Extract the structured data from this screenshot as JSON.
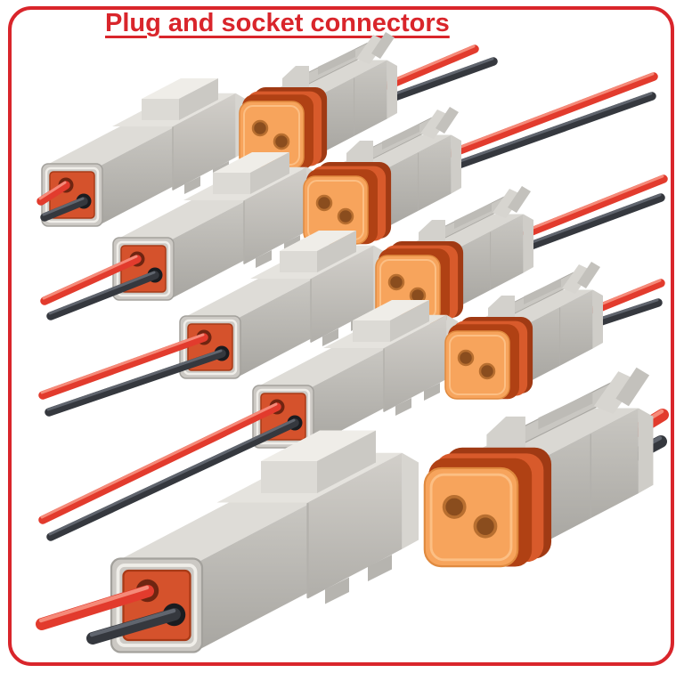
{
  "header": {
    "title": "Plug and socket connectors"
  },
  "scene": {
    "connector_pairs": 5,
    "male_plugs": 5,
    "female_sockets": 5,
    "wires_per_connector": 2
  },
  "colors": {
    "accent": "#d9252b",
    "wire_red": "#e23b2d",
    "wire_black": "#35383e",
    "body": "#c9c7c2",
    "body_light": "#dedcd7",
    "seal": "#d5522c",
    "face": "#f7a45c",
    "ring": "#c84d1f"
  }
}
